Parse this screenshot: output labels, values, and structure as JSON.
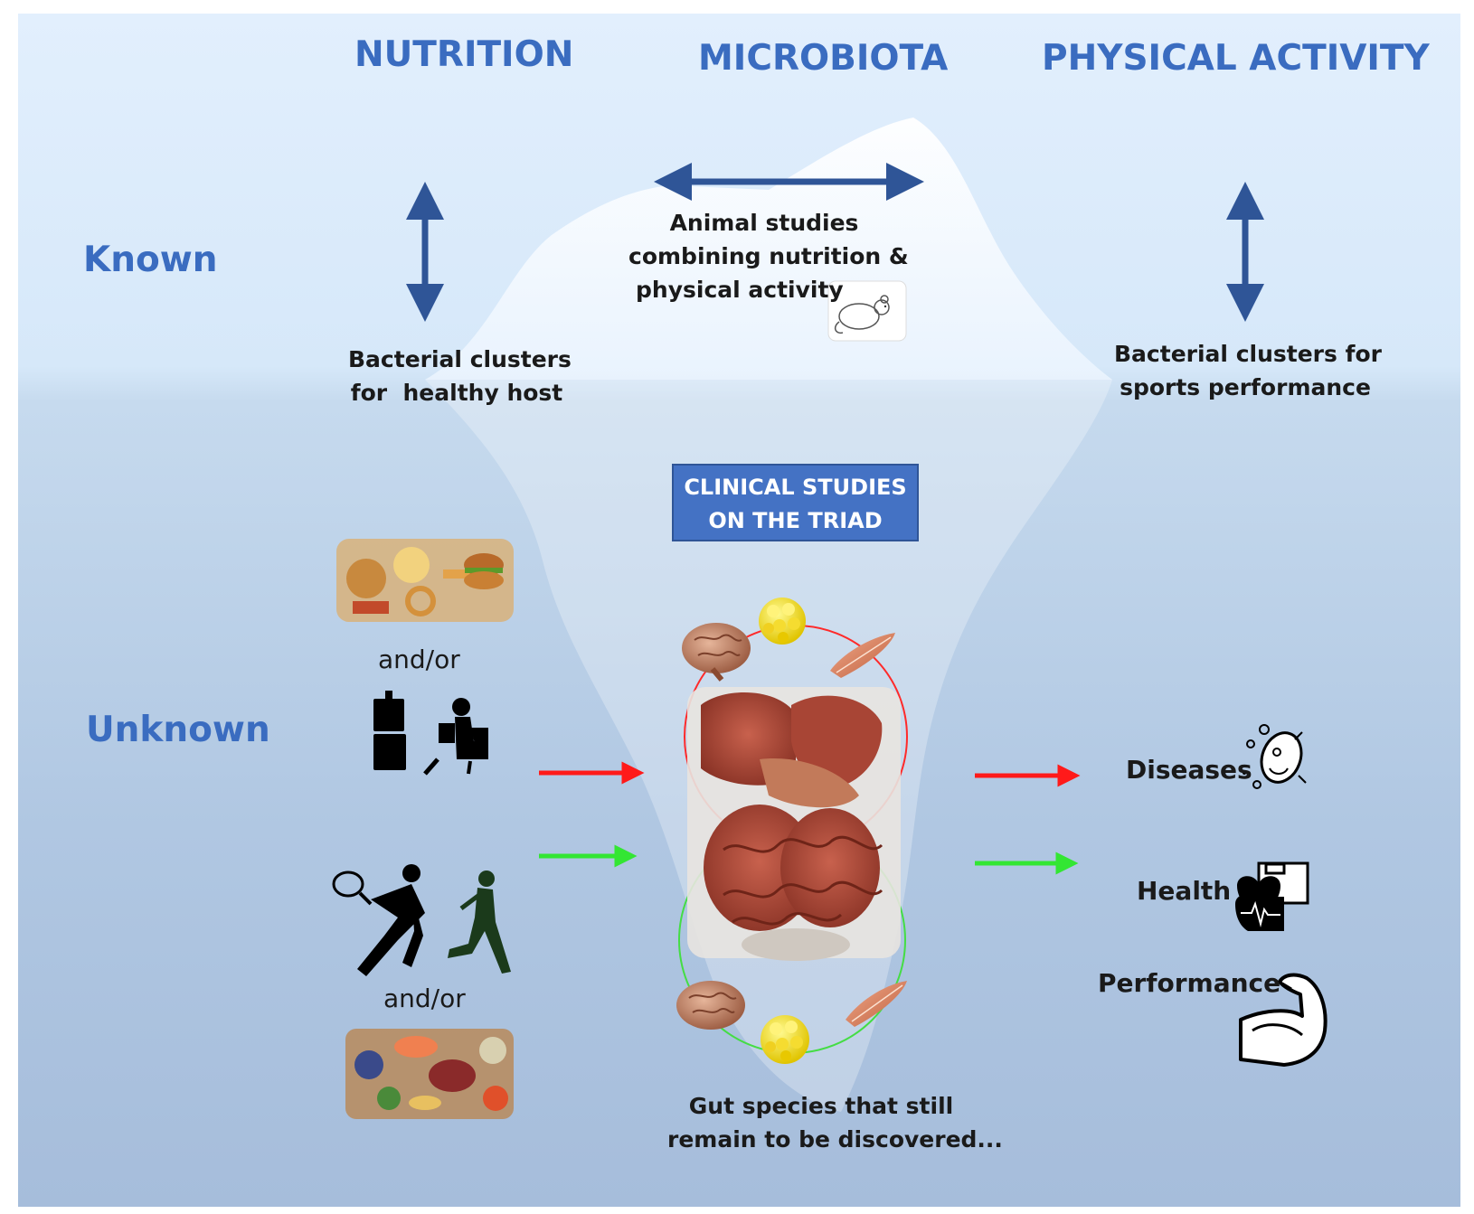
{
  "headers": {
    "nutrition": "NUTRITION",
    "microbiota": "MICROBIOTA",
    "physical_activity": "PHYSICAL ACTIVITY"
  },
  "rows": {
    "known": "Known",
    "unknown": "Unknown"
  },
  "known": {
    "animal_studies": [
      "Animal studies",
      "combining nutrition &",
      "physical activity"
    ],
    "nutrition_clusters": [
      "Bacterial clusters",
      "for  healthy host"
    ],
    "activity_clusters": [
      "Bacterial clusters for",
      "sports performance"
    ]
  },
  "clinical_box": [
    "CLINICAL STUDIES",
    "ON THE TRIAD"
  ],
  "unknown": {
    "and_or_top": "and/or",
    "and_or_bottom": "and/or",
    "outcomes": {
      "diseases": "Diseases",
      "health": "Health",
      "performance": "Performance"
    },
    "gut_species": [
      "Gut species that still",
      "remain to be discovered..."
    ]
  },
  "colors": {
    "heading_blue": "#3a6cc0",
    "arrow_blue": "#2f5597",
    "box_blue": "#4472c4",
    "negative_arrow": "#ff1a1a",
    "positive_arrow": "#33e633"
  },
  "icons": [
    "mouse-icon",
    "junk-food-icon",
    "sedentary-icon",
    "sports-icon",
    "healthy-food-icon",
    "brain-icon",
    "bacteria-cluster-icon",
    "muscle-icon",
    "gut-organs-icon",
    "microbe-icon",
    "heart-health-icon",
    "flexed-arm-icon"
  ]
}
